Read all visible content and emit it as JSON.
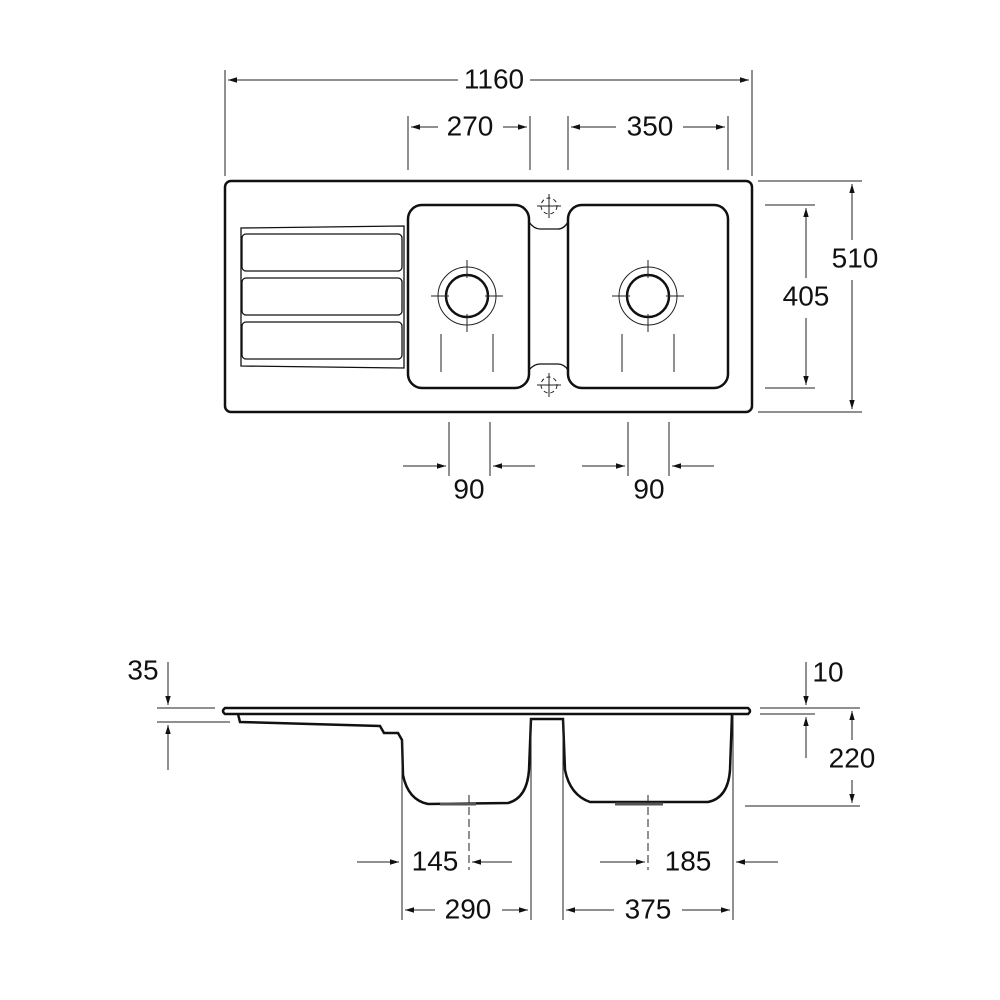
{
  "top_view": {
    "overall_width": "1160",
    "left_bowl_width": "270",
    "right_bowl_width": "350",
    "overall_depth": "510",
    "bowl_depth": "405",
    "left_drain_spacing": "90",
    "right_drain_spacing": "90"
  },
  "side_view": {
    "drainer_height": "35",
    "rim_thickness": "10",
    "bowl_height": "220",
    "left_drain_offset": "145",
    "right_drain_offset": "185",
    "left_bowl_bottom_width": "290",
    "right_bowl_bottom_width": "375"
  }
}
